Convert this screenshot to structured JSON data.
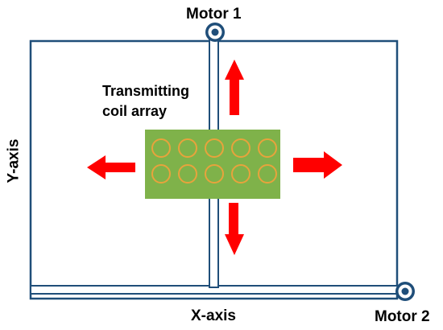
{
  "diagram": {
    "labels": {
      "motor1": "Motor 1",
      "motor2": "Motor 2",
      "x_axis": "X-axis",
      "y_axis": "Y-axis",
      "coil_array_line1": "Transmitting",
      "coil_array_line2": "coil array"
    },
    "coil_grid": {
      "rows": 2,
      "cols": 5
    },
    "arrows": [
      "up",
      "down",
      "left",
      "right"
    ],
    "colors": {
      "frame": "#1f4e79",
      "coil_board": "#7fb24a",
      "coil_ring": "#e8a33c",
      "arrow": "#ff0000",
      "motor": "#1f4e79"
    }
  }
}
